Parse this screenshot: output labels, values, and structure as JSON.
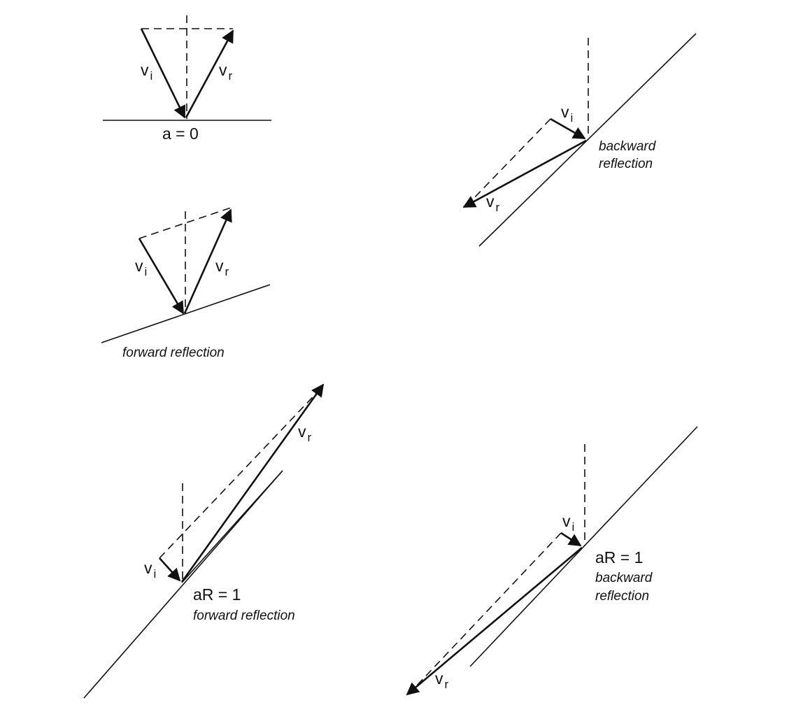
{
  "labels": {
    "v": "v",
    "i": "i",
    "r": "r"
  },
  "panel_a0": {
    "caption": "a = 0"
  },
  "panel_forward": {
    "caption": "forward reflection"
  },
  "panel_backward": {
    "caption_line1": "backward",
    "caption_line2": "reflection"
  },
  "panel_forward_aR": {
    "condition": "aR = 1",
    "caption": "forward reflection"
  },
  "panel_backward_aR": {
    "condition": "aR = 1",
    "caption_line1": "backward",
    "caption_line2": "reflection"
  }
}
